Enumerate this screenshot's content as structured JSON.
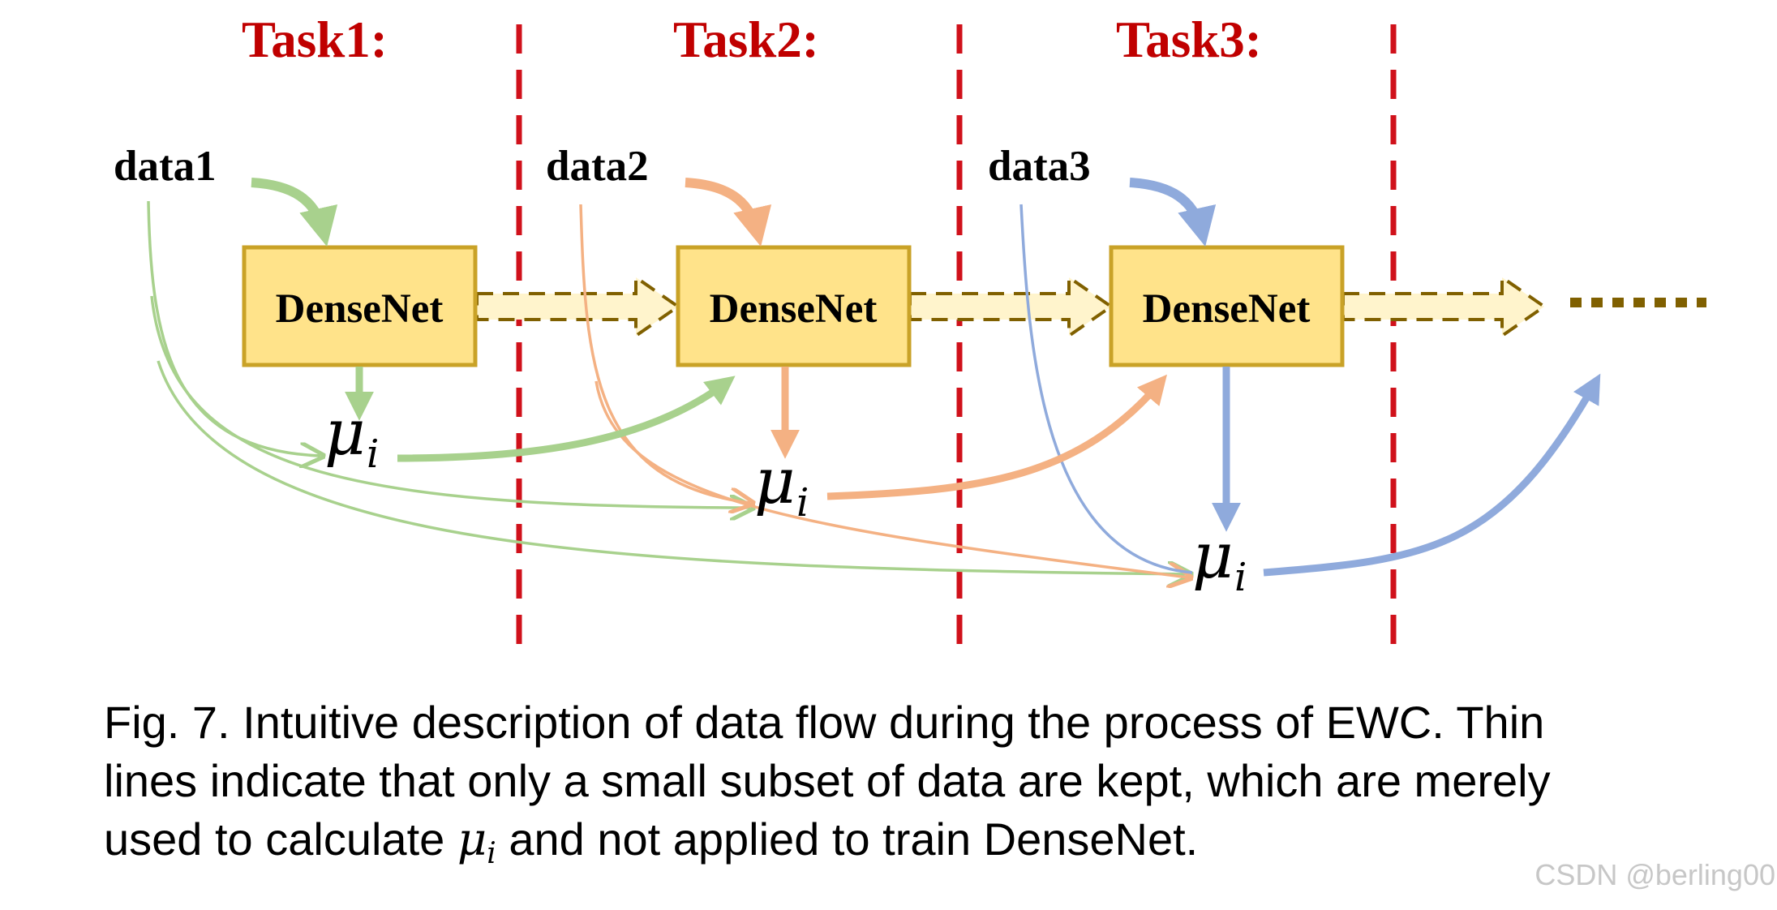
{
  "tasks": [
    {
      "title": "Task1:",
      "data_label": "data1",
      "box_label": "DenseNet",
      "mu": "μ",
      "mu_sub": "i"
    },
    {
      "title": "Task2:",
      "data_label": "data2",
      "box_label": "DenseNet",
      "mu": "μ",
      "mu_sub": "i"
    },
    {
      "title": "Task3:",
      "data_label": "data3",
      "box_label": "DenseNet",
      "mu": "μ",
      "mu_sub": "i"
    }
  ],
  "colors": {
    "task_title": "#c00000",
    "divider": "#d0111b",
    "box_fill": "#ffe38a",
    "box_stroke": "#c9a227",
    "transfer_arrow_fill": "#fff4cc",
    "transfer_arrow_stroke": "#806000",
    "ellipsis": "#806000",
    "task1_flow": "#a8d18d",
    "task2_flow": "#f4b183",
    "task3_flow": "#8faadc"
  },
  "caption": {
    "line1": "Fig. 7. Intuitive description of data flow during the process of EWC. Thin",
    "line2": "lines indicate that only a small subset of data are kept, which are merely",
    "line3_before": "used to calculate",
    "line3_mu": "μ",
    "line3_mu_sub": "i",
    "line3_after": "and not applied to train DenseNet."
  },
  "watermark": "CSDN @berling00"
}
